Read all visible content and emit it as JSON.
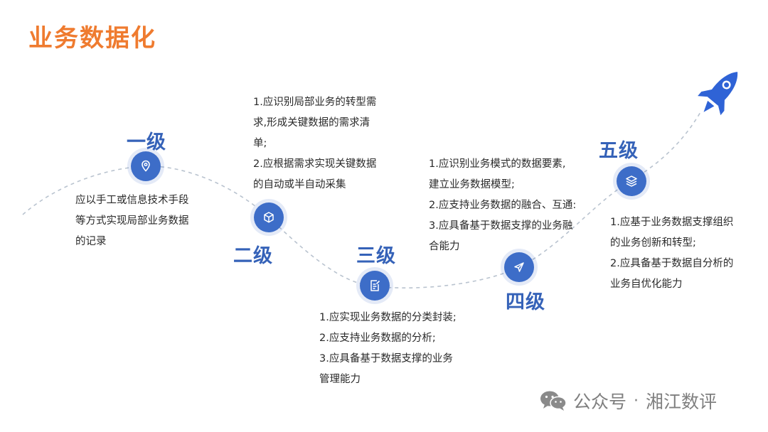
{
  "title": "业务数据化",
  "levels": [
    {
      "label": "一级",
      "icon": "map-pin-icon",
      "lines": [
        "应以手工或信息技术手段",
        "等方式实现局部业务数据",
        "的记录"
      ]
    },
    {
      "label": "二级",
      "icon": "cube-icon",
      "lines": [
        "1.应识别局部业务的转型需",
        "求,形成关键数据的需求清",
        "单;",
        "2.应根据需求实现关键数据",
        "的自动或半自动采集"
      ]
    },
    {
      "label": "三级",
      "icon": "document-edit-icon",
      "lines": [
        "1.应实现业务数据的分类封装;",
        "2.应支持业务数据的分析;",
        "3.应具备基于数据支撑的业务",
        "管理能力"
      ]
    },
    {
      "label": "四级",
      "icon": "send-icon",
      "lines": [
        "1.应识别业务模式的数据要素,",
        "建立业务数据模型;",
        "2.应支持业务数据的融合、互通:",
        "3.应具备基于数据支撑的业务融",
        "合能力"
      ]
    },
    {
      "label": "五级",
      "icon": "layers-icon",
      "lines": [
        "1.应基于业务数据支撑组织",
        "的业务创新和转型;",
        "2.应具备基于数据自分析的",
        "业务自优化能力"
      ]
    }
  ],
  "decoration": {
    "rocket_icon": "rocket-icon"
  },
  "watermark": {
    "prefix": "公众号",
    "separator": "·",
    "name": "湘江数评",
    "icon": "wechat-icon"
  },
  "colors": {
    "title": "#ef7b2f",
    "accent": "#3d6dc8",
    "label": "#3562b8",
    "curve": "#b9c3cf"
  }
}
